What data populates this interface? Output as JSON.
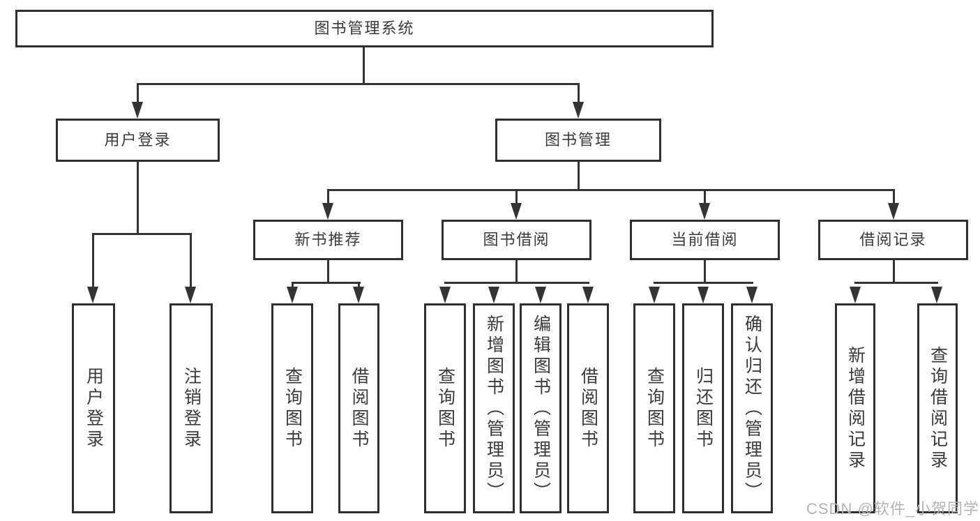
{
  "diagram": {
    "root": "图书管理系统",
    "level2": [
      "用户登录",
      "图书管理"
    ],
    "level3": [
      "新书推荐",
      "图书借阅",
      "当前借阅",
      "借阅记录"
    ],
    "leaves": [
      "用户登录",
      "注销登录",
      "查询图书",
      "借阅图书",
      "查询图书",
      "新增图书（管理员）",
      "编辑图书（管理员）",
      "借阅图书",
      "查询图书",
      "归还图书",
      "确认归还（管理员）",
      "新增借阅记录",
      "查询借阅记录"
    ]
  },
  "watermark": "CSDN @软件_小贺同学",
  "colors": {
    "line": "#333333",
    "box_border": "#2f2f2f",
    "text": "#3a3a3a",
    "watermark": "#b3b3b3",
    "background": "#ffffff"
  }
}
